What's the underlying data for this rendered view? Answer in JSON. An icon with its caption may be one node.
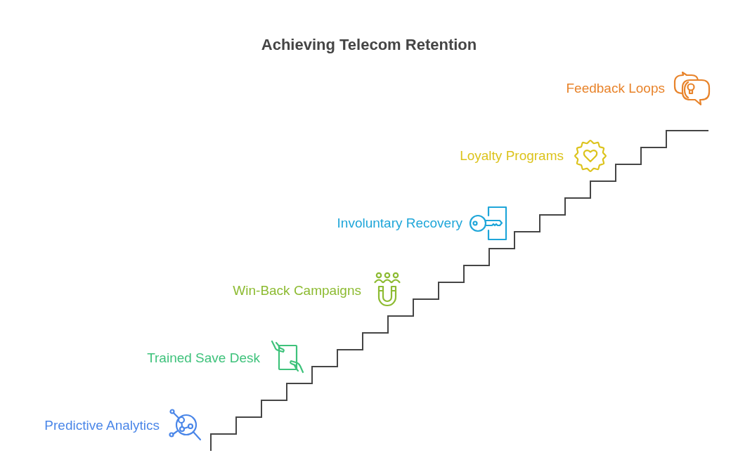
{
  "diagram": {
    "title": "Achieving Telecom Retention",
    "labels": [
      "Feedback Loops",
      "Loyalty Programs",
      "Involuntary Recovery",
      "Win-Back Campaigns",
      "Trained Save Desk",
      "Predictive Analytics"
    ]
  }
}
